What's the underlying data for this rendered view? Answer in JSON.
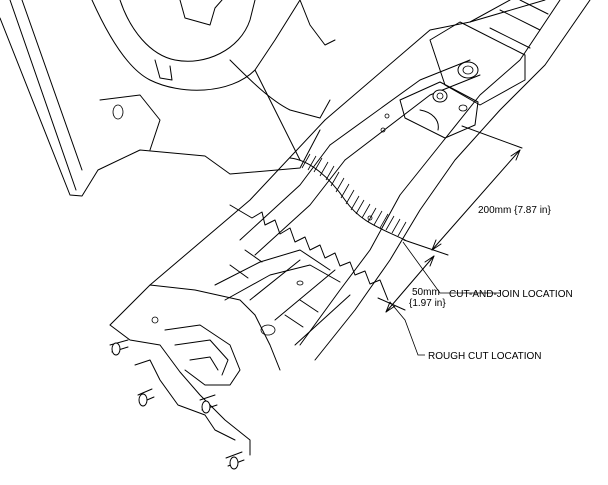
{
  "diagram": {
    "labels": {
      "dim_200": "200mm {7.87 in}",
      "dim_50_mm": "50mm",
      "dim_50_in": "{1.97 in}",
      "cut_and_join": "CUT-AND-JOIN LOCATION",
      "rough_cut": "ROUGH CUT LOCATION"
    },
    "colors": {
      "line": "#000000",
      "background": "#ffffff"
    }
  }
}
